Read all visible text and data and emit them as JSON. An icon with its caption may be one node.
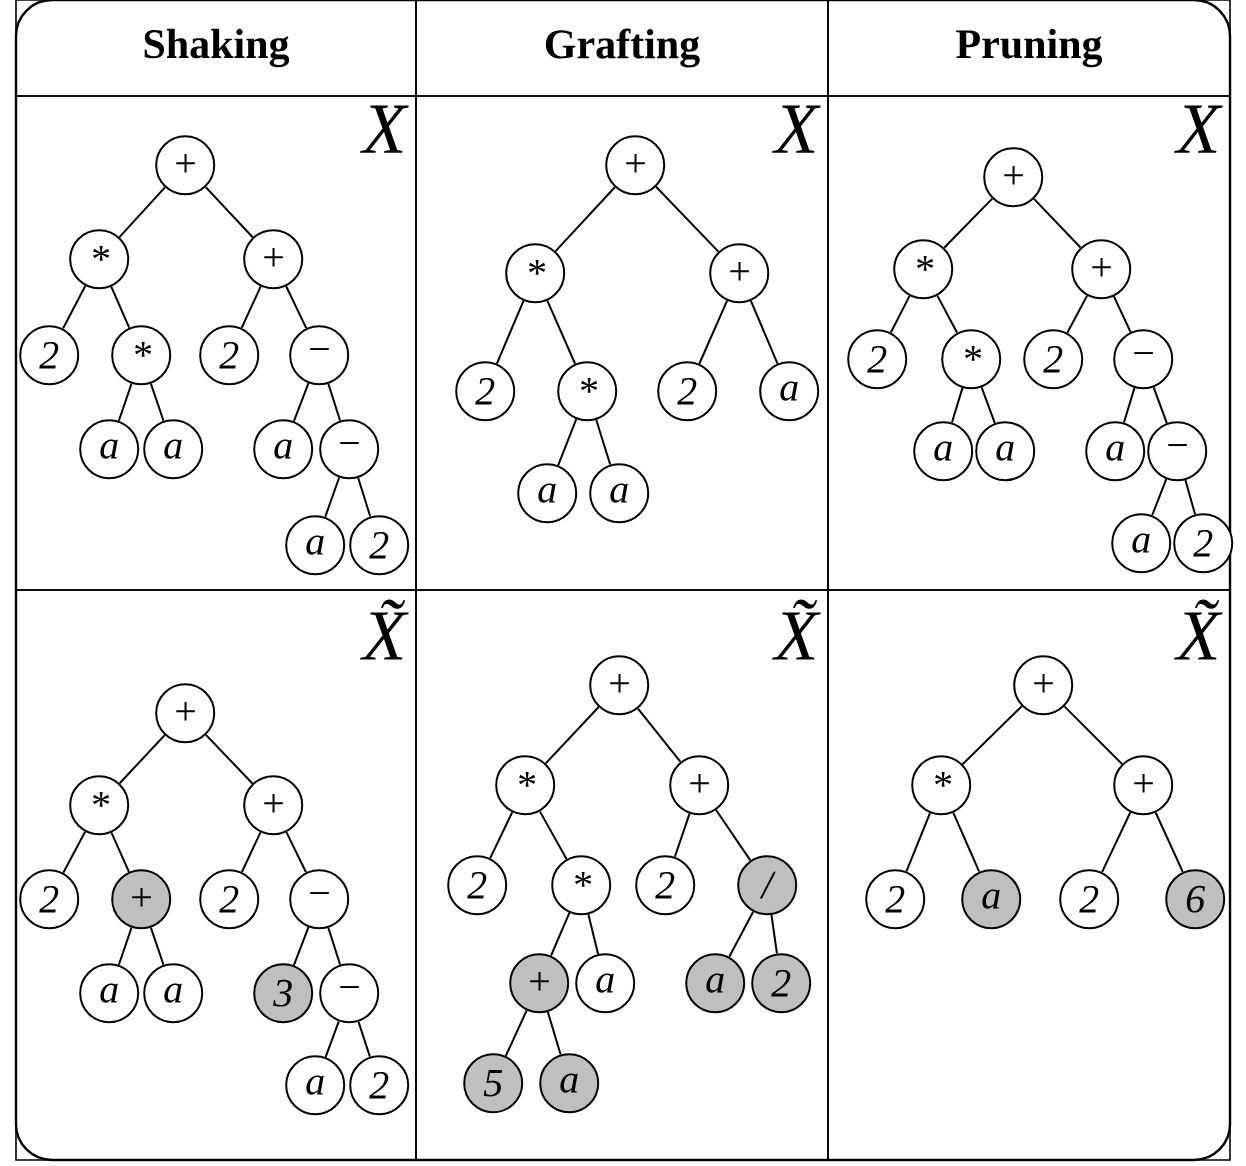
{
  "diagram": {
    "nodes": [
      {
        "text": [
          "X"
        ]
      },
      {
        "text": [
          "+"
        ],
        "in": 0
      },
      {
        "text": [
          "*"
        ],
        "in": 0
      },
      {
        "text": [
          "+"
        ],
        "in": 0
      },
      {
        "text": [
          "2"
        ],
        "in": 0
      },
      {
        "text": [
          "*"
        ],
        "in": 0
      },
      {
        "text": [
          "2"
        ],
        "in": 0
      },
      {
        "text": [
          "−"
        ],
        "in": 0
      },
      {
        "text": [
          "a"
        ],
        "in": 0
      },
      {
        "text": [
          "a"
        ],
        "in": 0
      },
      {
        "text": [
          "a"
        ],
        "in": 0
      },
      {
        "text": [
          "−"
        ],
        "in": 0
      },
      {
        "text": [
          "a"
        ],
        "in": 0
      },
      {
        "text": [
          "2"
        ],
        "in": 0
      },
      {
        "text": [
          "X"
        ]
      },
      {
        "text": [
          "+"
        ],
        "in": 14
      },
      {
        "text": [
          "*"
        ],
        "in": 14
      },
      {
        "text": [
          "+"
        ],
        "in": 14
      },
      {
        "text": [
          "2"
        ],
        "in": 14
      },
      {
        "text": [
          "*"
        ],
        "in": 14
      },
      {
        "text": [
          "2"
        ],
        "in": 14
      },
      {
        "text": [
          "a"
        ],
        "in": 14
      },
      {
        "text": [
          "a"
        ],
        "in": 14
      },
      {
        "text": [
          "a"
        ],
        "in": 14
      },
      {
        "text": [
          "X"
        ]
      },
      {
        "text": [
          "+"
        ],
        "in": 24
      },
      {
        "text": [
          "*"
        ],
        "in": 24
      },
      {
        "text": [
          "+"
        ],
        "in": 24
      },
      {
        "text": [
          "2"
        ],
        "in": 24
      },
      {
        "text": [
          "*"
        ],
        "in": 24
      },
      {
        "text": [
          "2"
        ],
        "in": 24
      },
      {
        "text": [
          "−"
        ],
        "in": 24
      },
      {
        "text": [
          "a"
        ],
        "in": 24
      },
      {
        "text": [
          "a"
        ],
        "in": 24
      },
      {
        "text": [
          "a"
        ],
        "in": 24
      },
      {
        "text": [
          "−"
        ],
        "in": 24
      },
      {
        "text": [
          "a"
        ],
        "in": 24
      },
      {
        "text": [
          "2"
        ],
        "in": 24
      },
      {
        "text": [
          "X̃"
        ]
      },
      {
        "text": [
          "+"
        ],
        "in": 38
      },
      {
        "text": [
          "*"
        ],
        "in": 38
      },
      {
        "text": [
          "+"
        ],
        "in": 38
      },
      {
        "text": [
          "2"
        ],
        "in": 38
      },
      {
        "text": [
          "+"
        ],
        "in": 38
      },
      {
        "text": [
          "2"
        ],
        "in": 38
      },
      {
        "text": [
          "−"
        ],
        "in": 38
      },
      {
        "text": [
          "a"
        ],
        "in": 38
      },
      {
        "text": [
          "a"
        ],
        "in": 38
      },
      {
        "text": [
          "3"
        ],
        "in": 38
      },
      {
        "text": [
          "−"
        ],
        "in": 38
      },
      {
        "text": [
          "a"
        ],
        "in": 38
      },
      {
        "text": [
          "2"
        ],
        "in": 38
      },
      {
        "text": [
          "X̃"
        ]
      },
      {
        "text": [
          "+"
        ],
        "in": 52
      },
      {
        "text": [
          "*"
        ],
        "in": 52
      },
      {
        "text": [
          "+"
        ],
        "in": 52
      },
      {
        "text": [
          "2"
        ],
        "in": 52
      },
      {
        "text": [
          "*"
        ],
        "in": 52
      },
      {
        "text": [
          "2"
        ],
        "in": 52
      },
      {
        "text": [
          "/"
        ],
        "in": 52
      },
      {
        "text": [
          "+"
        ],
        "in": 52
      },
      {
        "text": [
          "a"
        ],
        "in": 52
      },
      {
        "text": [
          "a"
        ],
        "in": 52
      },
      {
        "text": [
          "2"
        ],
        "in": 52
      },
      {
        "text": [
          "5"
        ],
        "in": 52
      },
      {
        "text": [
          "a"
        ],
        "in": 52
      },
      {
        "text": [
          "X̃"
        ]
      },
      {
        "text": [
          "+"
        ],
        "in": 66
      },
      {
        "text": [
          "*"
        ],
        "in": 66
      },
      {
        "text": [
          "+"
        ],
        "in": 66
      },
      {
        "text": [
          "2"
        ],
        "in": 66
      },
      {
        "text": [
          "a"
        ],
        "in": 66
      },
      {
        "text": [
          "2"
        ],
        "in": 66
      },
      {
        "text": [
          "6"
        ],
        "in": 66
      }
    ],
    "edges": [
      {
        "from": 1,
        "to": 2,
        "arrow": "none"
      },
      {
        "from": 1,
        "to": 3,
        "arrow": "none"
      },
      {
        "from": 2,
        "to": 4,
        "arrow": "none"
      },
      {
        "from": 2,
        "to": 5,
        "arrow": "none"
      },
      {
        "from": 3,
        "to": 6,
        "arrow": "none"
      },
      {
        "from": 3,
        "to": 7,
        "arrow": "none"
      },
      {
        "from": 5,
        "to": 8,
        "arrow": "none"
      },
      {
        "from": 5,
        "to": 9,
        "arrow": "none"
      },
      {
        "from": 7,
        "to": 10,
        "arrow": "none"
      },
      {
        "from": 7,
        "to": 11,
        "arrow": "none"
      },
      {
        "from": 11,
        "to": 12,
        "arrow": "none"
      },
      {
        "from": 11,
        "to": 13,
        "arrow": "none"
      },
      {
        "from": 15,
        "to": 16,
        "arrow": "none"
      },
      {
        "from": 15,
        "to": 17,
        "arrow": "none"
      },
      {
        "from": 16,
        "to": 18,
        "arrow": "none"
      },
      {
        "from": 16,
        "to": 19,
        "arrow": "none"
      },
      {
        "from": 17,
        "to": 20,
        "arrow": "none"
      },
      {
        "from": 17,
        "to": 21,
        "arrow": "none"
      },
      {
        "from": 19,
        "to": 22,
        "arrow": "none"
      },
      {
        "from": 19,
        "to": 23,
        "arrow": "none"
      },
      {
        "from": 25,
        "to": 26,
        "arrow": "none"
      },
      {
        "from": 25,
        "to": 27,
        "arrow": "none"
      },
      {
        "from": 26,
        "to": 28,
        "arrow": "none"
      },
      {
        "from": 26,
        "to": 29,
        "arrow": "none"
      },
      {
        "from": 27,
        "to": 30,
        "arrow": "none"
      },
      {
        "from": 27,
        "to": 31,
        "arrow": "none"
      },
      {
        "from": 29,
        "to": 32,
        "arrow": "none"
      },
      {
        "from": 29,
        "to": 33,
        "arrow": "none"
      },
      {
        "from": 31,
        "to": 34,
        "arrow": "none"
      },
      {
        "from": 31,
        "to": 35,
        "arrow": "none"
      },
      {
        "from": 35,
        "to": 36,
        "arrow": "none"
      },
      {
        "from": 35,
        "to": 37,
        "arrow": "none"
      },
      {
        "from": 39,
        "to": 40,
        "arrow": "none"
      },
      {
        "from": 39,
        "to": 41,
        "arrow": "none"
      },
      {
        "from": 40,
        "to": 42,
        "arrow": "none"
      },
      {
        "from": 40,
        "to": 43,
        "arrow": "none"
      },
      {
        "from": 41,
        "to": 44,
        "arrow": "none"
      },
      {
        "from": 41,
        "to": 45,
        "arrow": "none"
      },
      {
        "from": 43,
        "to": 46,
        "arrow": "none"
      },
      {
        "from": 43,
        "to": 47,
        "arrow": "none"
      },
      {
        "from": 45,
        "to": 48,
        "arrow": "none"
      },
      {
        "from": 45,
        "to": 49,
        "arrow": "none"
      },
      {
        "from": 49,
        "to": 50,
        "arrow": "none"
      },
      {
        "from": 49,
        "to": 51,
        "arrow": "none"
      },
      {
        "from": 53,
        "to": 54,
        "arrow": "none"
      },
      {
        "from": 53,
        "to": 55,
        "arrow": "none"
      },
      {
        "from": 54,
        "to": 56,
        "arrow": "none"
      },
      {
        "from": 54,
        "to": 57,
        "arrow": "none"
      },
      {
        "from": 55,
        "to": 58,
        "arrow": "none"
      },
      {
        "from": 55,
        "to": 59,
        "arrow": "none"
      },
      {
        "from": 57,
        "to": 60,
        "arrow": "none"
      },
      {
        "from": 57,
        "to": 61,
        "arrow": "none"
      },
      {
        "from": 59,
        "to": 62,
        "arrow": "none"
      },
      {
        "from": 59,
        "to": 63,
        "arrow": "none"
      },
      {
        "from": 60,
        "to": 64,
        "arrow": "none"
      },
      {
        "from": 60,
        "to": 65,
        "arrow": "none"
      },
      {
        "from": 67,
        "to": 68,
        "arrow": "none"
      },
      {
        "from": 67,
        "to": 69,
        "arrow": "none"
      },
      {
        "from": 68,
        "to": 70,
        "arrow": "none"
      },
      {
        "from": 68,
        "to": 71,
        "arrow": "none"
      },
      {
        "from": 69,
        "to": 72,
        "arrow": "none"
      },
      {
        "from": 69,
        "to": 73,
        "arrow": "none"
      }
    ],
    "labels": [
      "Shaking",
      "Grafting",
      "Pruning"
    ]
  }
}
